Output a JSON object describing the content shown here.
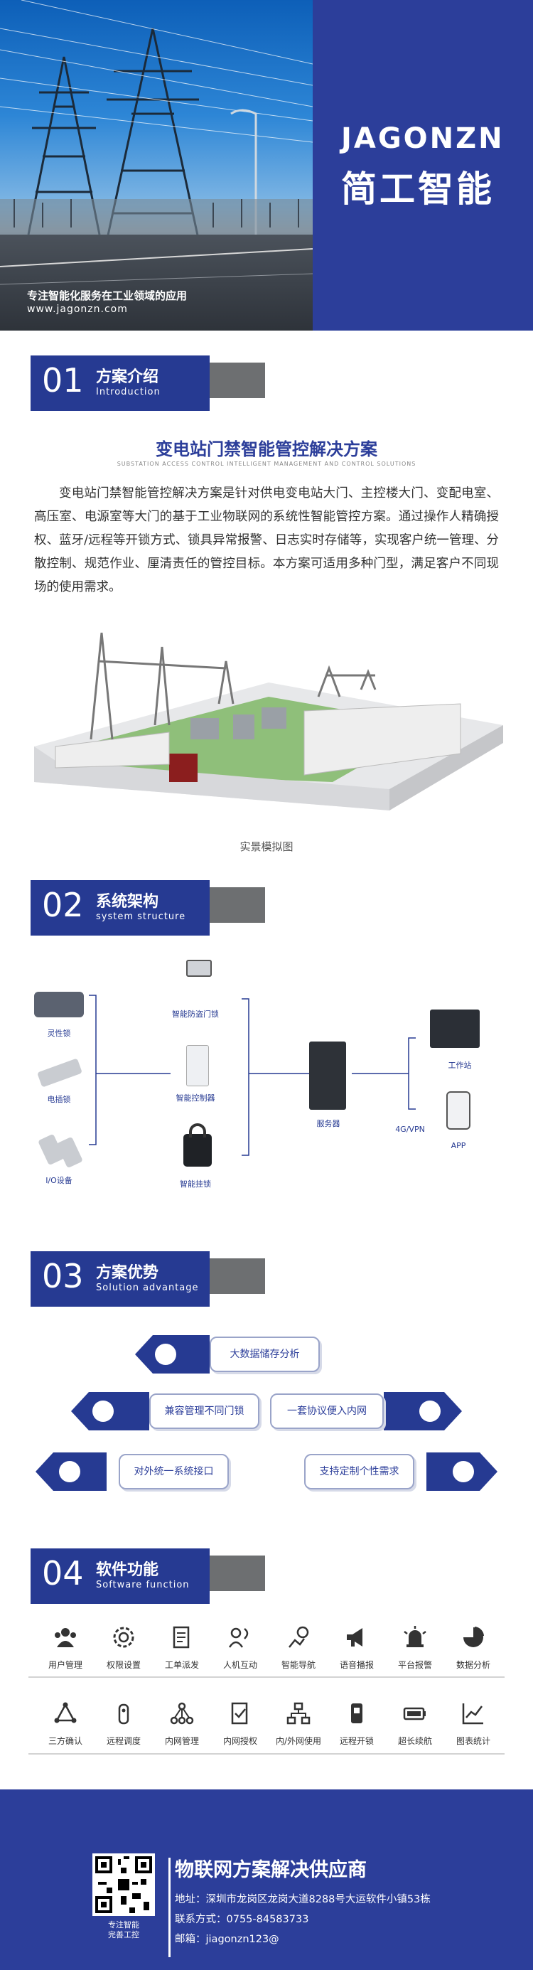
{
  "hero": {
    "brand_en": "JAGONZN",
    "brand_cn": "简工智能",
    "tagline": "专注智能化服务在工业领域的应用",
    "url": "www.jagonzn.com"
  },
  "sections": {
    "s1": {
      "num": "01",
      "cn": "方案介绍",
      "en": "Introduction"
    },
    "s2": {
      "num": "02",
      "cn": "系统架构",
      "en": "system structure"
    },
    "s3": {
      "num": "03",
      "cn": "方案优势",
      "en": "Solution advantage"
    },
    "s4": {
      "num": "04",
      "cn": "软件功能",
      "en": "Software function"
    }
  },
  "intro": {
    "title": "变电站门禁智能管控解决方案",
    "subtitle": "SUBSTATION ACCESS CONTROL INTELLIGENT MANAGEMENT AND CONTROL SOLUTIONS",
    "body": "变电站门禁智能管控解决方案是针对供电变电站大门、主控楼大门、变配电室、高压室、电源室等大门的基于工业物联网的系统性智能管控方案。通过操作人精确授权、蓝牙/远程等开锁方式、锁具异常报警、日志实时存储等，实现客户统一管理、分散控制、规范作业、厘清责任的管控目标。本方案可适用多种门型，满足客户不同现场的使用需求。",
    "caption": "实景模拟图"
  },
  "architecture": {
    "left_devices": [
      "灵性锁",
      "电插锁",
      "I/O设备"
    ],
    "mid_devices": [
      "智能防盗门锁",
      "智能控制器",
      "智能挂锁"
    ],
    "server": "服务器",
    "link": "4G/VPN",
    "clients": [
      "工作站",
      "APP"
    ]
  },
  "advantages": {
    "top": "大数据储存分析",
    "mid_left": "兼容管理不同门锁",
    "mid_right": "一套协议便入内网",
    "bot_left": "对外统一系统接口",
    "bot_right": "支持定制个性需求"
  },
  "software": {
    "row1": [
      {
        "label": "用户管理",
        "icon": "users-icon"
      },
      {
        "label": "权限设置",
        "icon": "gear-icon"
      },
      {
        "label": "工单派发",
        "icon": "document-icon"
      },
      {
        "label": "人机互动",
        "icon": "interaction-icon"
      },
      {
        "label": "智能导航",
        "icon": "navigation-icon"
      },
      {
        "label": "语音播报",
        "icon": "megaphone-icon"
      },
      {
        "label": "平台报警",
        "icon": "alarm-icon"
      },
      {
        "label": "数据分析",
        "icon": "pie-chart-icon"
      }
    ],
    "row2": [
      {
        "label": "三方确认",
        "icon": "triangle-nodes-icon"
      },
      {
        "label": "远程调度",
        "icon": "remote-icon"
      },
      {
        "label": "内网管理",
        "icon": "network-icon"
      },
      {
        "label": "内网授权",
        "icon": "authorize-icon"
      },
      {
        "label": "内/外网使用",
        "icon": "hierarchy-icon"
      },
      {
        "label": "远程开锁",
        "icon": "phone-unlock-icon"
      },
      {
        "label": "超长续航",
        "icon": "battery-icon"
      },
      {
        "label": "图表统计",
        "icon": "line-chart-icon"
      }
    ]
  },
  "footer": {
    "qr_caption_1": "专注智能",
    "qr_caption_2": "完善工控",
    "title": "物联网方案解决供应商",
    "address": "地址：深圳市龙岗区龙岗大道8288号大运软件小镇53栋",
    "phone": "联系方式：0755-84583733",
    "email": "邮箱：jiagonzn123@"
  },
  "colors": {
    "brand_blue": "#2c3e9a",
    "gray": "#6d6f71"
  }
}
